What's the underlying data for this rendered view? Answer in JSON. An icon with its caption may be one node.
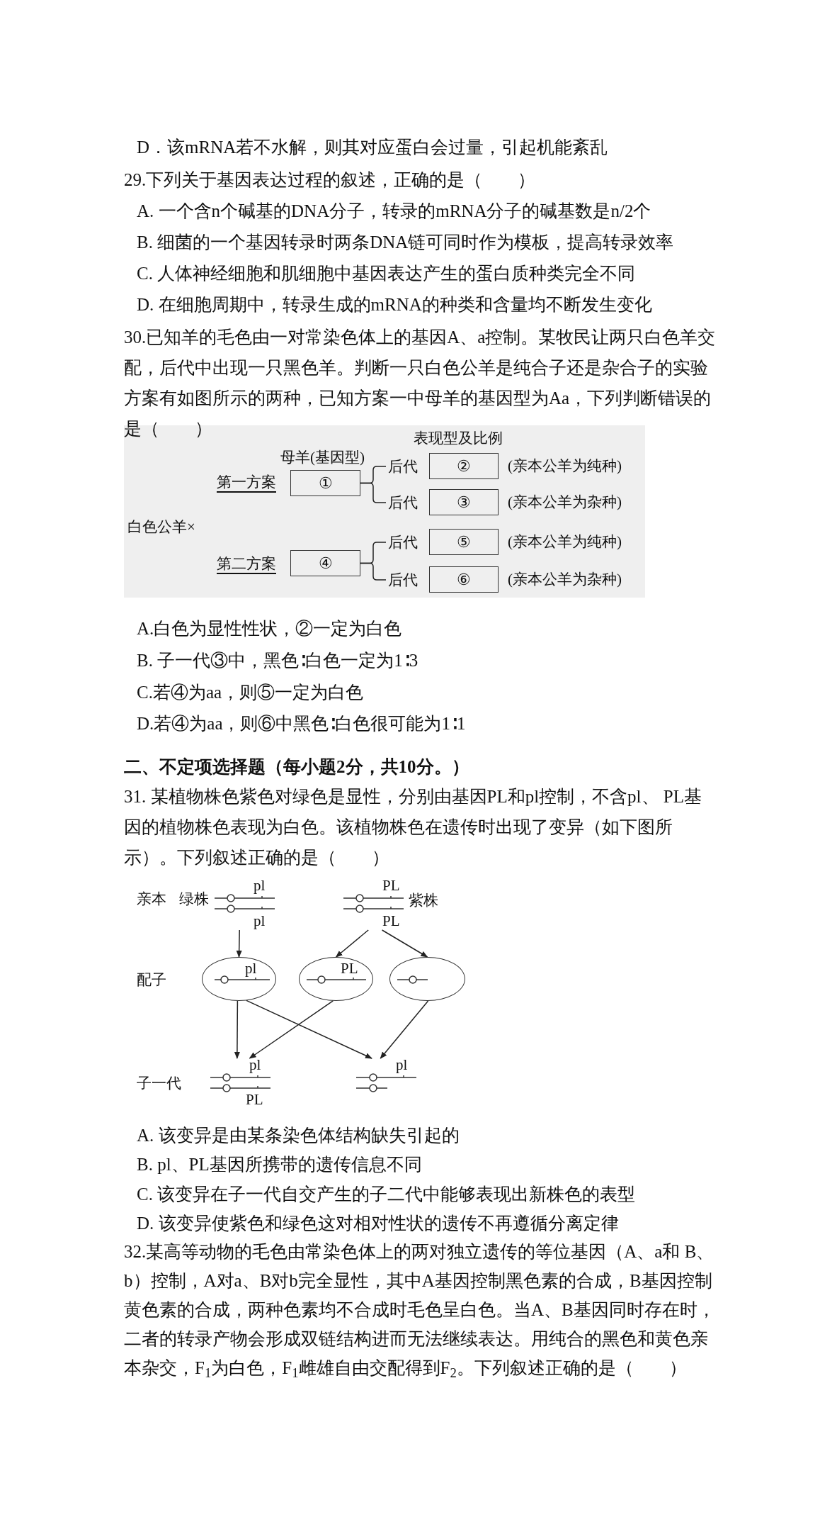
{
  "diagram": {
    "nodes": [
      {
        "text": [
          "①"
        ]
      },
      {
        "text": [
          "后代"
        ]
      },
      {
        "text": [
          "②"
        ],
        "beside": [
          "(亲本公羊为纯种)"
        ]
      },
      {
        "text": [
          "后代"
        ]
      },
      {
        "text": [
          "③"
        ],
        "beside": [
          "(亲本公羊为杂种)"
        ]
      },
      {
        "text": [
          "④"
        ]
      },
      {
        "text": [
          "后代"
        ]
      },
      {
        "text": [
          "⑤"
        ],
        "beside": [
          "(亲本公羊为纯种)"
        ]
      },
      {
        "text": [
          "后代"
        ]
      },
      {
        "text": [
          "⑥"
        ],
        "beside": [
          "(亲本公羊为杂种)"
        ]
      },
      {
        "text": [
          "pl",
          "pl"
        ],
        "beside": [
          "绿株"
        ]
      },
      {
        "text": [
          "PL",
          "PL"
        ],
        "beside": [
          "紫株"
        ]
      },
      {
        "text": [
          "pl"
        ]
      },
      {
        "text": [
          "PL"
        ]
      },
      {
        "text": [],
        "shape": "ellipse"
      },
      {
        "text": [
          "pl",
          "PL"
        ]
      },
      {
        "text": [
          "pl"
        ]
      }
    ],
    "edges": [
      {
        "from": 0,
        "to": 1,
        "arrow": "none"
      },
      {
        "from": 0,
        "to": 3,
        "arrow": "none"
      },
      {
        "from": 5,
        "to": 6,
        "arrow": "none"
      },
      {
        "from": 5,
        "to": 8,
        "arrow": "none"
      },
      {
        "from": 10,
        "to": 12,
        "arrow": "to"
      },
      {
        "from": 11,
        "to": 13,
        "arrow": "to"
      },
      {
        "from": 11,
        "to": 14,
        "arrow": "to"
      },
      {
        "from": 12,
        "to": 15,
        "arrow": "to"
      },
      {
        "from": 12,
        "to": 16,
        "arrow": "to"
      },
      {
        "from": 13,
        "to": 15,
        "arrow": "to"
      },
      {
        "from": 14,
        "to": 16,
        "arrow": "to"
      }
    ],
    "labels": [
      "D．该mRNA若不水解，则其对应蛋白会过量，引起机能紊乱",
      "29.下列关于基因表达过程的叙述，正确的是（　　）",
      "A. 一个含n个碱基的DNA分子，转录的mRNA分子的碱基数是n/2个",
      "B. 细菌的一个基因转录时两条DNA链可同时作为模板，提高转录效率",
      "C. 人体神经细胞和肌细胞中基因表达产生的蛋白质种类完全不同",
      "D. 在细胞周期中，转录生成的mRNA的种类和含量均不断发生变化",
      "30.已知羊的毛色由一对常染色体上的基因A、a控制。某牧民让两只白色羊交配，后代中出现一只黑色羊。判断一只白色公羊是纯合子还是杂合子的实验方案有如图所示的两种，已知方案一中母羊的基因型为Aa，下列判断错误的是（　　）",
      "表现型及比例",
      "母羊(基因型)",
      "第一方案",
      "白色公羊×",
      "第二方案",
      "A.白色为显性性状，②一定为白色",
      "B. 子一代③中，黑色∶白色一定为1∶3",
      "C.若④为aa，则⑤一定为白色",
      "D.若④为aa，则⑥中黑色∶白色很可能为1∶1",
      "二、不定项选择题（每小题2分，共10分。）",
      "31. 某植物株色紫色对绿色是显性，分别由基因PL和pl控制，不含pl、 PL基因的植物株色表现为白色。该植物株色在遗传时出现了变异（如下图所示）。下列叙述正确的是（　　）",
      "亲本",
      "配子",
      "子一代",
      "A. 该变异是由某条染色体结构缺失引起的",
      "B. pl、PL基因所携带的遗传信息不同",
      "C. 该变异在子一代自交产生的子二代中能够表现出新株色的表型",
      "D. 该变异使紫色和绿色这对相对性状的遗传不再遵循分离定律",
      "32.某高等动物的毛色由常染色体上的两对独立遗传的等位基因（A、a和 B、b）控制，A对a、B对b完全显性，其中A基因控制黑色素的合成，B基因控制黄色素的合成，两种色素均不合成时毛色呈白色。当A、B基因同时存在时，二者的转录产物会形成双链结构进而无法继续表达。用纯合的黑色和黄色亲本杂交，F$_{1}$为白色，F$_{1}$雌雄自由交配得到F$_{2}$。下列叙述正确的是（　　）"
    ]
  }
}
